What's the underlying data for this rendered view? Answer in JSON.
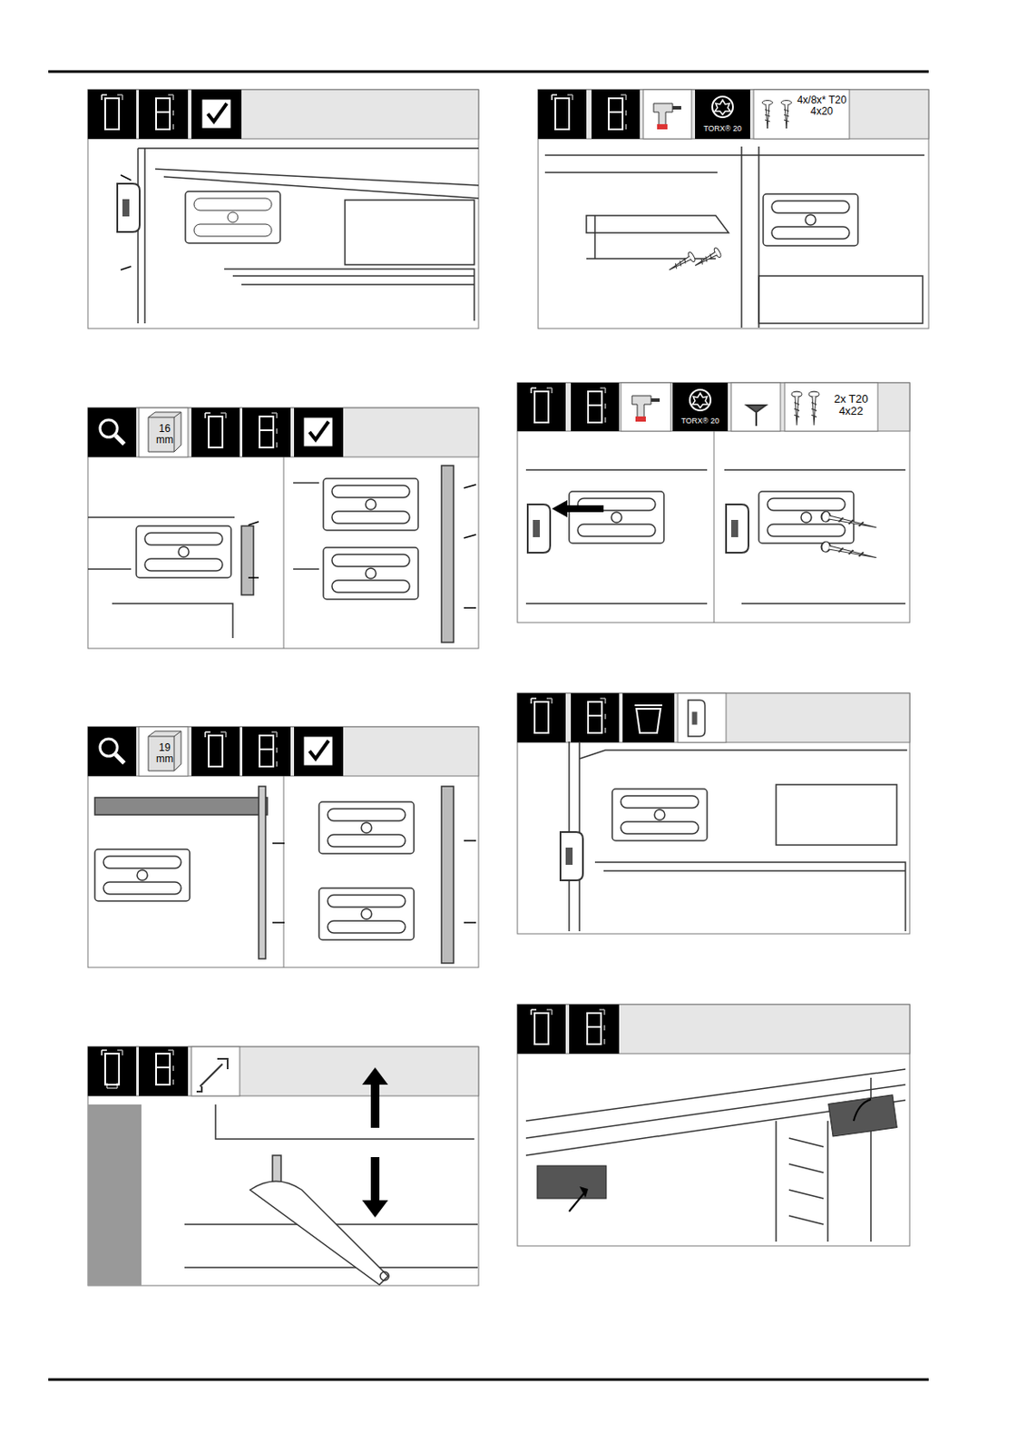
{
  "diagram": {
    "labels": [
      "16 mm",
      "19 mm",
      "TORX® 20",
      "4x/8x* T20 4x20",
      "TORX® 20",
      "2x T20 4x22"
    ]
  }
}
